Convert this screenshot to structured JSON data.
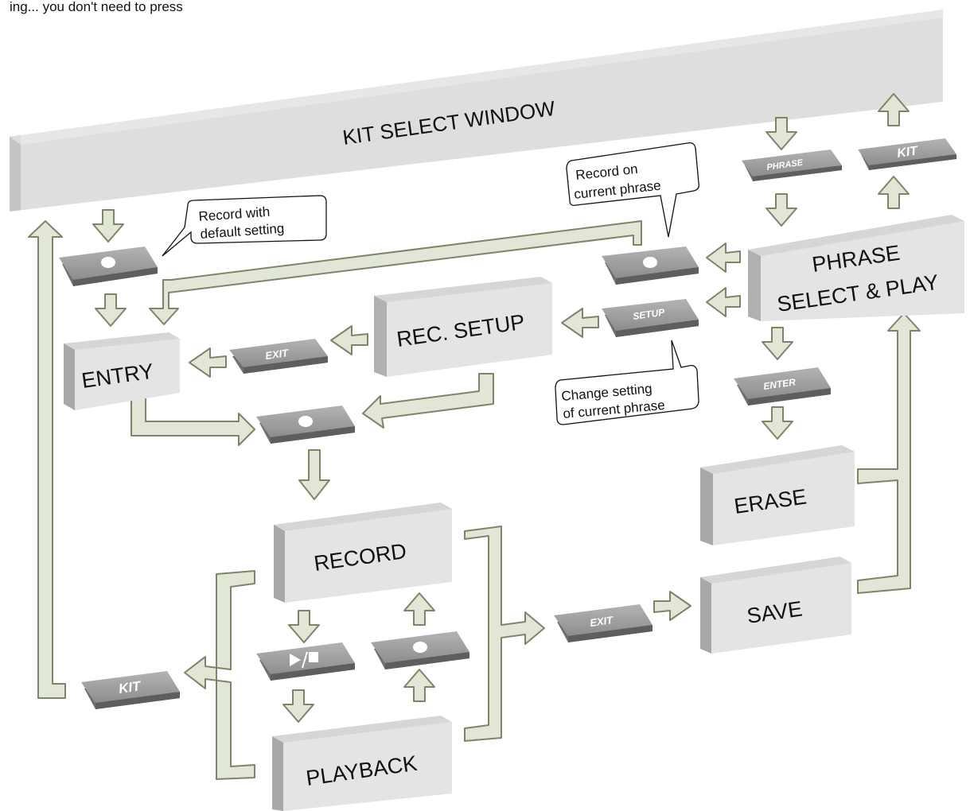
{
  "header_text": "ing... you don't need to press",
  "banner": {
    "label": "KIT SELECT WINDOW"
  },
  "screens": {
    "phrase_select": {
      "line1": "PHRASE",
      "line2": "SELECT & PLAY"
    },
    "rec_setup": "REC. SETUP",
    "entry": "ENTRY",
    "erase": "ERASE",
    "record": "RECORD",
    "save": "SAVE",
    "playback": "PLAYBACK"
  },
  "keys": {
    "phrase": "PHRASE",
    "kit_top": "KIT",
    "setup": "SETUP",
    "enter": "ENTER",
    "exit_left": "EXIT",
    "exit_right": "EXIT",
    "kit_bottom": "KIT"
  },
  "callouts": {
    "record_default": {
      "line1": "Record with",
      "line2": "default setting"
    },
    "record_current": {
      "line1": "Record on",
      "line2": "current phrase"
    },
    "change_setting": {
      "line1": "Change setting",
      "line2": "of current phrase"
    }
  },
  "colors": {
    "screen_face": "#e3e3e3",
    "screen_side": "#a9a9a9",
    "key_face": "#9d9d9d",
    "key_edge": "#6f6f6f",
    "flow_arrow_fill": "#e2e6d6",
    "flow_arrow_stroke": "#7c8568"
  }
}
